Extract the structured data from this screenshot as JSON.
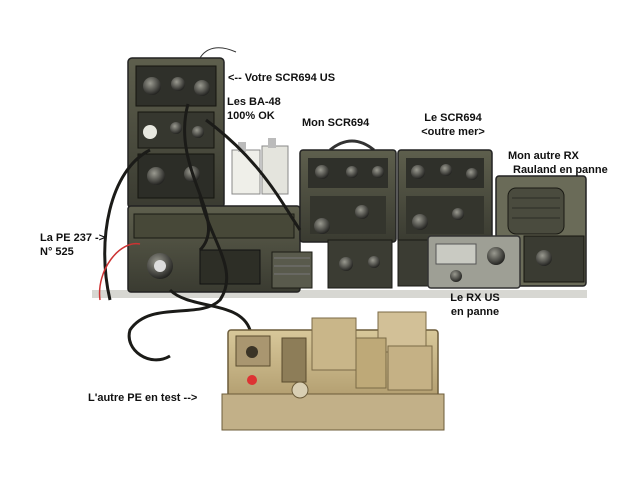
{
  "labels": {
    "votre_scr694": "<-- Votre SCR694 US",
    "ba48_line1": "Les BA-48",
    "ba48_line2": "100% OK",
    "mon_scr694": "Mon SCR694",
    "le_scr694_line1": "Le SCR694",
    "le_scr694_line2": "<outre mer>",
    "mon_autre_rx_line1": "Mon autre RX",
    "mon_autre_rx_line2": "Rauland en panne",
    "pe237_line1": "La PE 237 ->",
    "pe237_line2": "N° 525",
    "rx_us_line1": "Le RX US",
    "rx_us_line2": "en panne",
    "autre_pe": "L'autre PE en test -->"
  },
  "colors": {
    "background": "#ffffff",
    "equipment_dark": "#3e4038",
    "equipment_olive": "#6b6a4e",
    "chassis_brass": "#b9a47a",
    "caption_text": "#111111"
  }
}
